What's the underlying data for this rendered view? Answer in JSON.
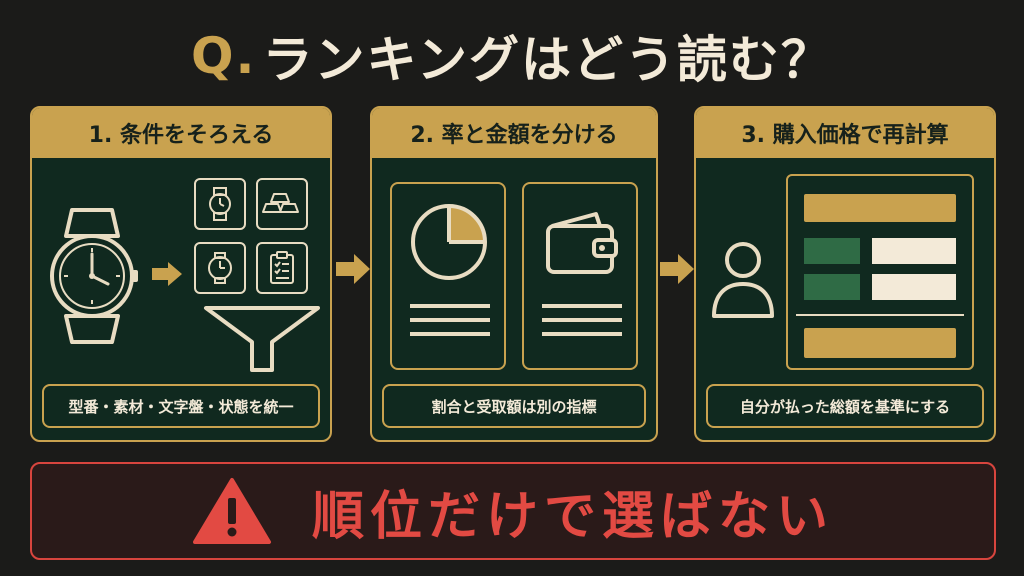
{
  "title": {
    "prefix": "Q.",
    "text": "ランキングはどう読む？"
  },
  "steps": [
    {
      "label": "1. 条件をそろえる",
      "caption": "型番・素材・文字盤・状態を統一"
    },
    {
      "label": "2. 率と金額を分ける",
      "caption": "割合と受取額は別の指標"
    },
    {
      "label": "3. 購入価格で再計算",
      "caption": "自分が払った総額を基準にする"
    }
  ],
  "icons": {
    "step1": [
      "wristwatch-icon",
      "watch-icon",
      "gold-bars-icon",
      "clock-icon",
      "clipboard-checklist-icon",
      "funnel-icon",
      "arrow-right-icon"
    ],
    "step2": [
      "pie-chart-icon",
      "wallet-icon"
    ],
    "step3": [
      "person-icon",
      "table-icon"
    ]
  },
  "warning": {
    "text": "順位だけで選ばない",
    "icon": "warning-triangle-icon"
  },
  "colors": {
    "background": "#1b1b19",
    "panel": "#10291f",
    "gold": "#c9a24f",
    "cream": "#f3ead8",
    "green": "#2f6b45",
    "red": "#e24a43"
  }
}
